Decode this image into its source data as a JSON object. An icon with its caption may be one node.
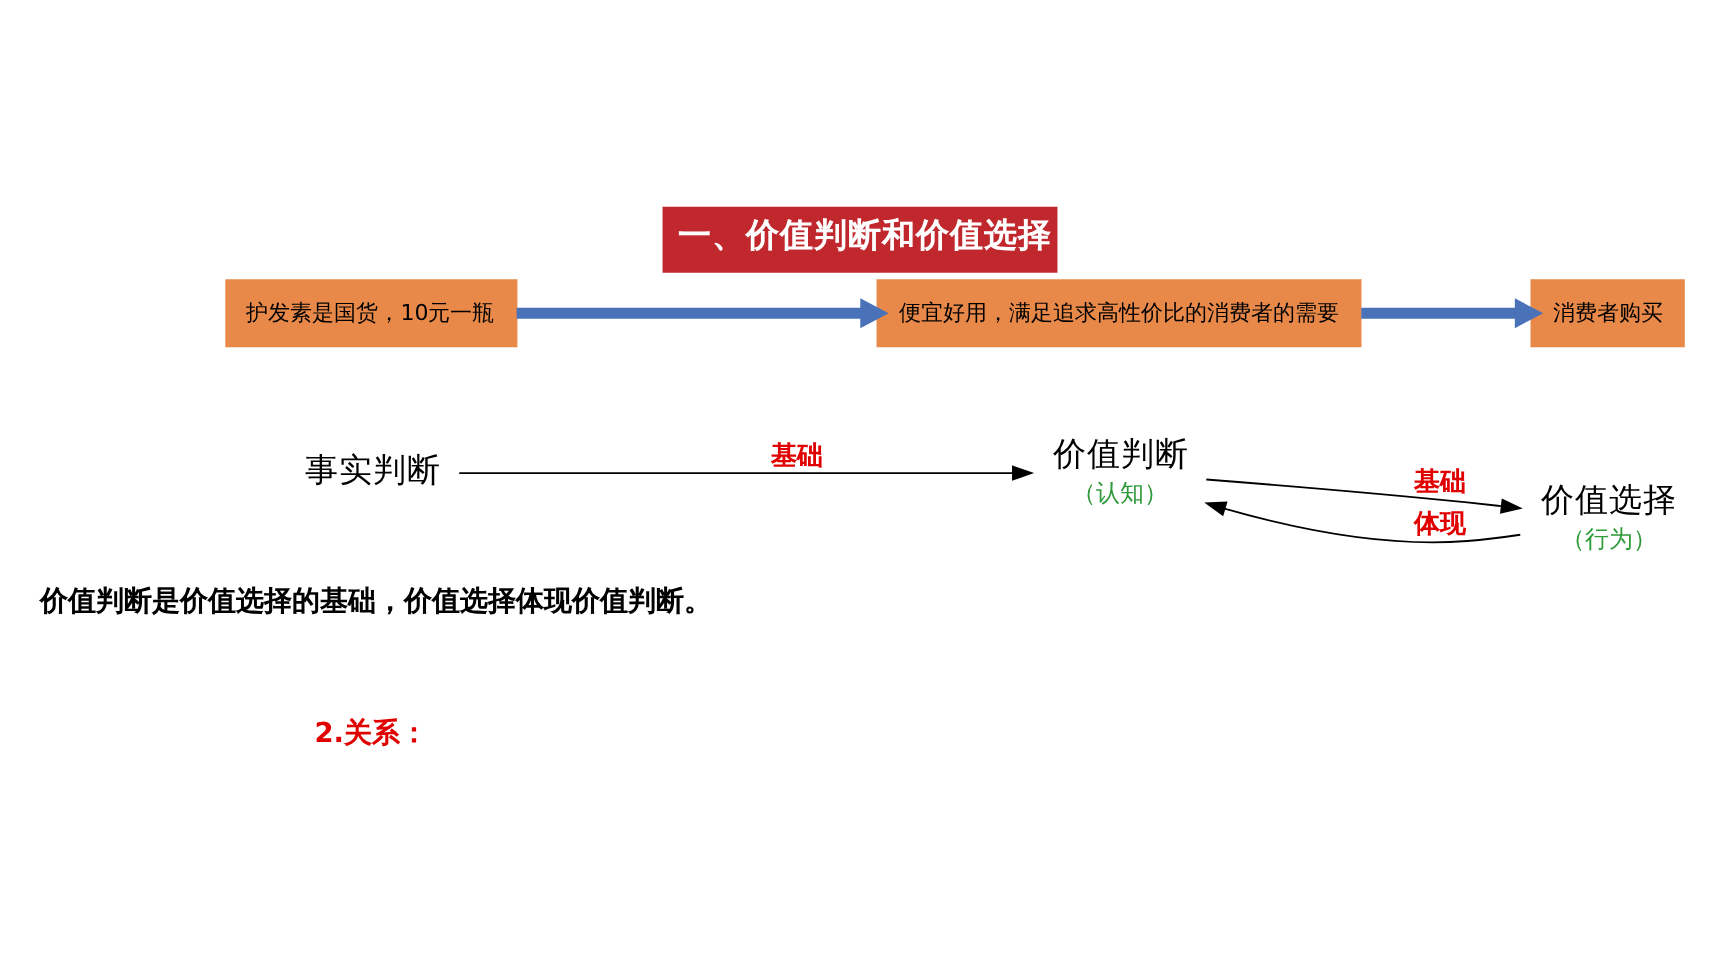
{
  "diagram": {
    "title": "一、价值判断和价值选择",
    "nodes": [
      {
        "text": [
          "事实判断"
        ]
      },
      {
        "text": [
          "价值判断"
        ],
        "beside": [
          "（认知）"
        ]
      },
      {
        "text": [
          "价值选择"
        ],
        "beside": [
          "（行为）"
        ]
      },
      {
        "text": [
          "护发素是国货，10元一瓶"
        ]
      },
      {
        "text": [
          "便宜好用，满足追求高性价比的消费者的需要"
        ]
      },
      {
        "text": [
          "消费者购买"
        ]
      }
    ],
    "edges": [
      {
        "from": 0,
        "to": 1,
        "arrow": "to",
        "label": "基础"
      },
      {
        "from": 1,
        "to": 2,
        "arrow": "to",
        "label": "基础"
      },
      {
        "from": 2,
        "to": 1,
        "arrow": "to",
        "label": "体现"
      },
      {
        "from": 3,
        "to": 4,
        "arrow": "to",
        "style": "thick",
        "color": "#4a72b8"
      },
      {
        "from": 4,
        "to": 5,
        "arrow": "to",
        "style": "thick",
        "color": "#4a72b8"
      }
    ],
    "labels": [
      "2.关系：",
      "价值判断是价值选择的基础，价值选择体现价值判断。"
    ]
  }
}
